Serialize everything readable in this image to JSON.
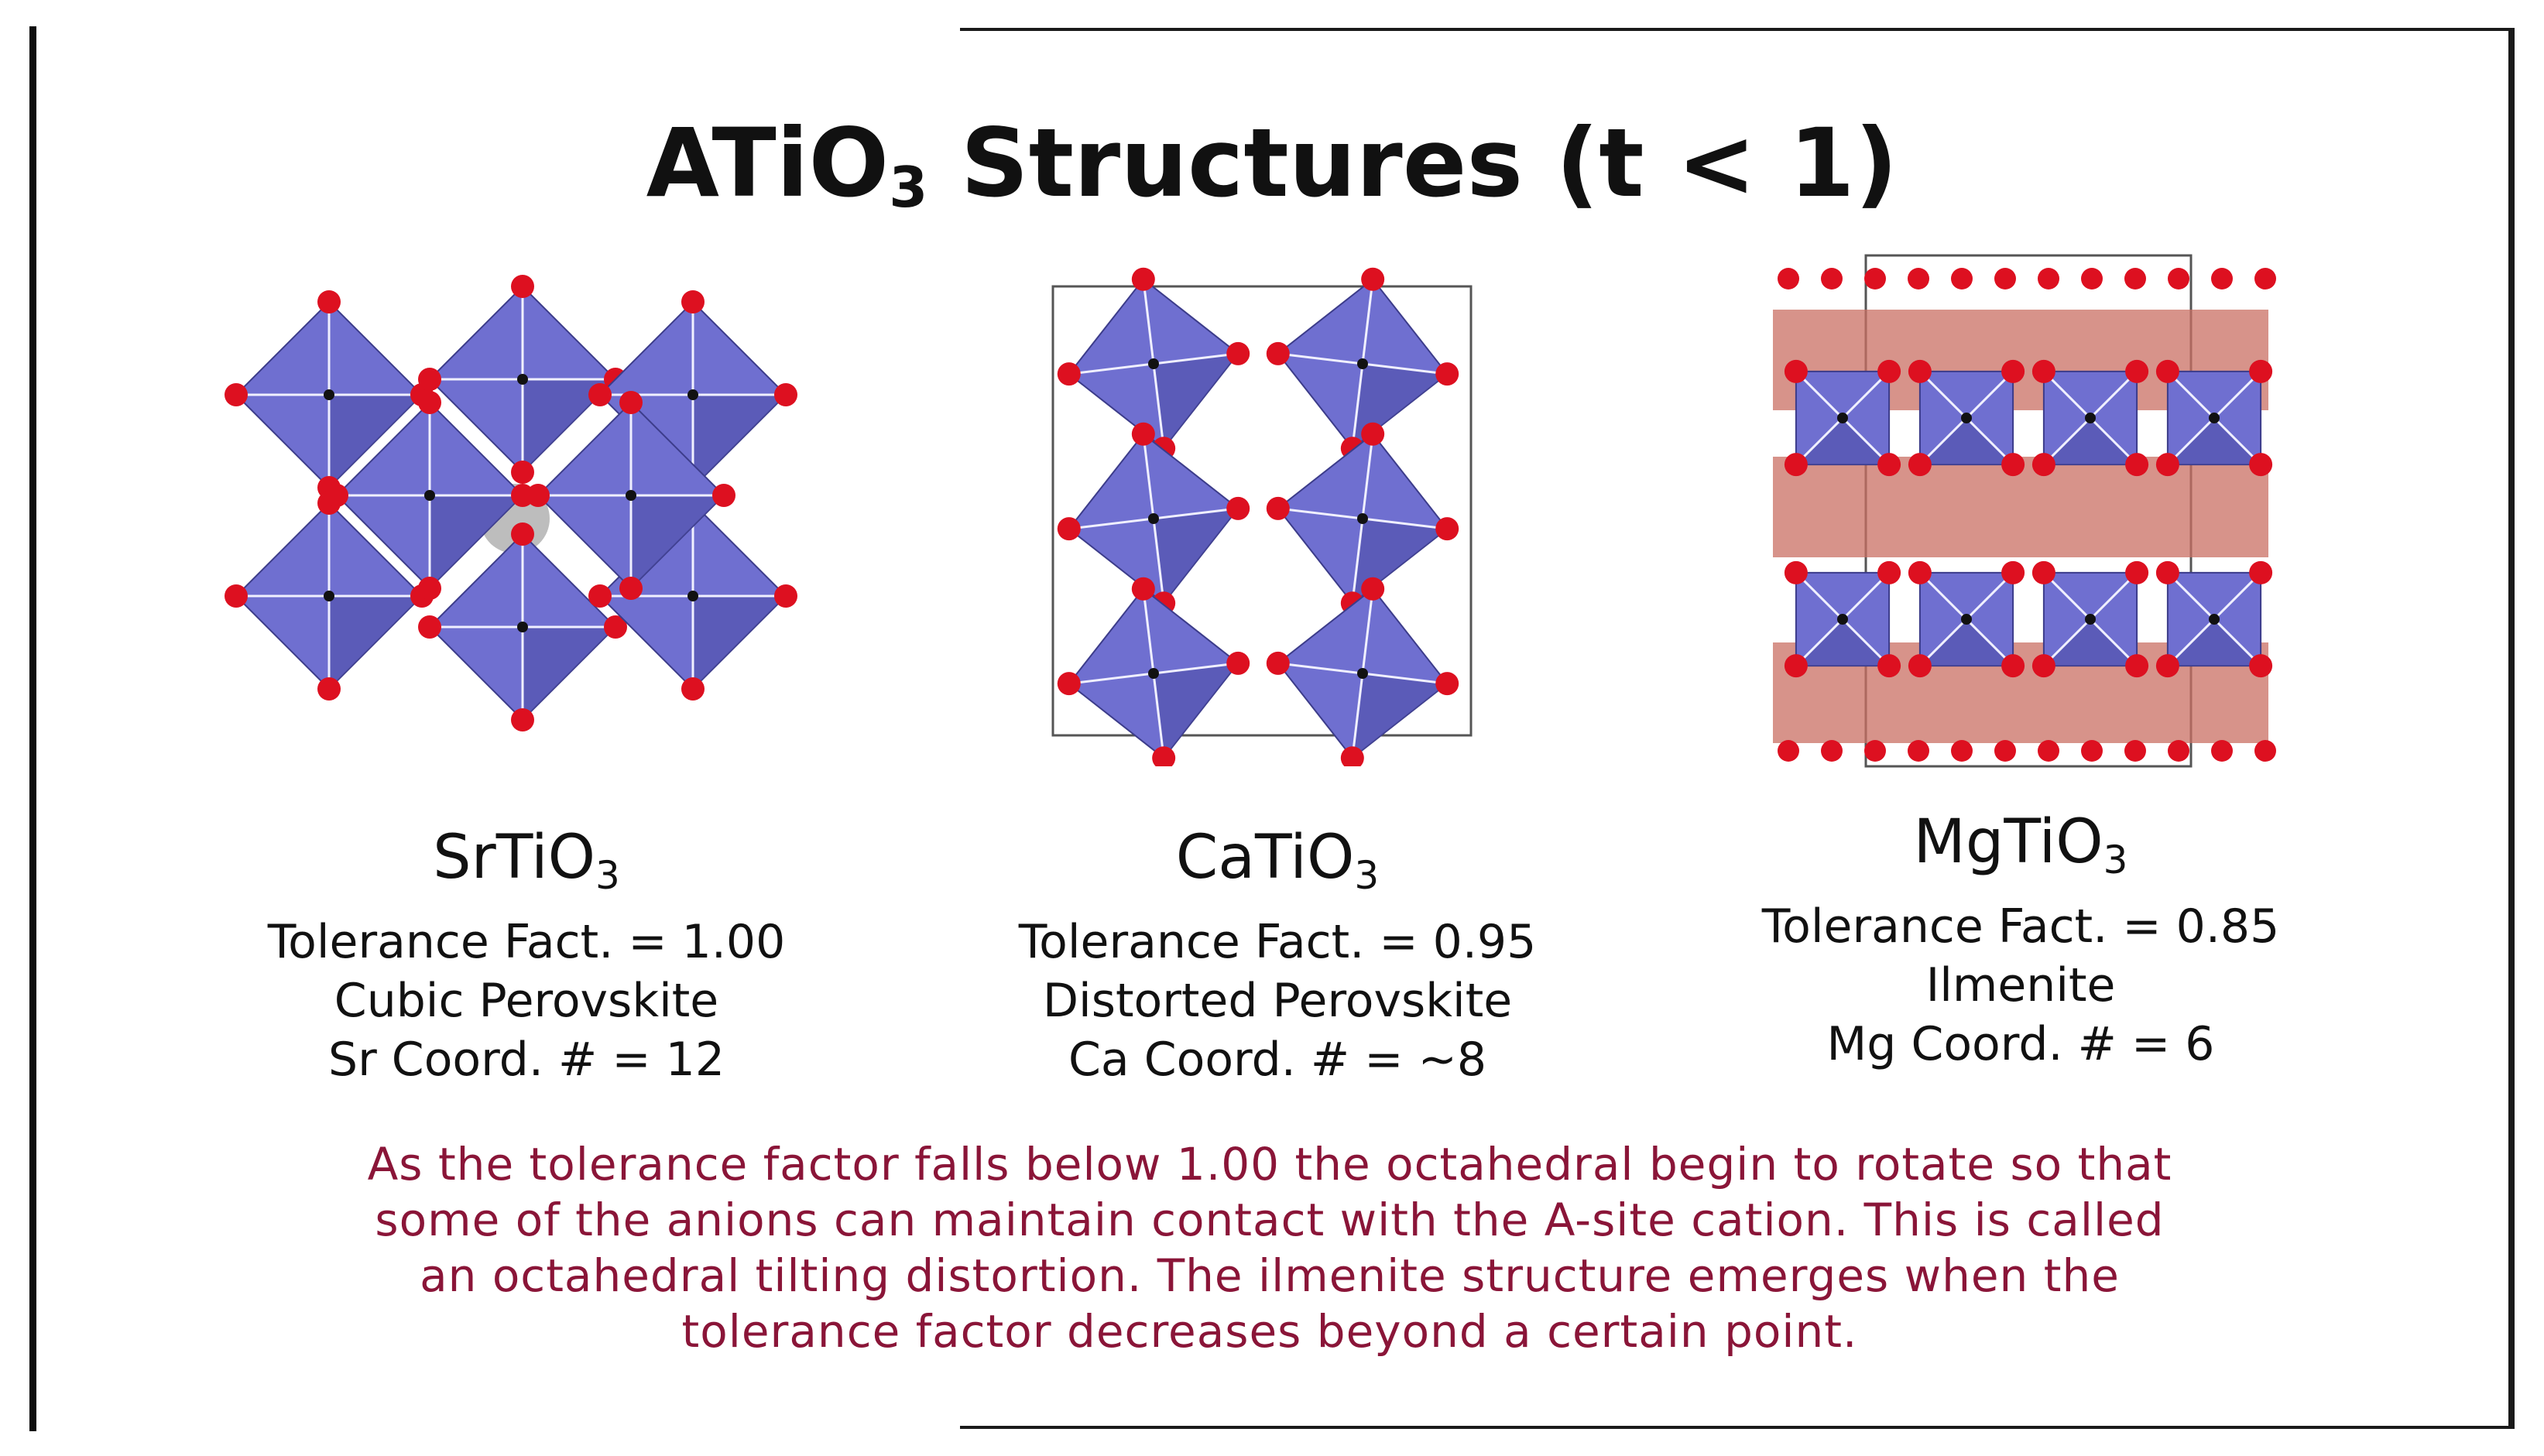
{
  "title": {
    "prefix": "ATiO",
    "subscript": "3",
    "suffix": " Structures (t < 1)"
  },
  "structures": [
    {
      "formula_base": "SrTiO",
      "formula_sub": "3",
      "tolerance": "Tolerance Fact. = 1.00",
      "type": "Cubic Perovskite",
      "coordination": "Sr Coord. # = 12"
    },
    {
      "formula_base": "CaTiO",
      "formula_sub": "3",
      "tolerance": "Tolerance Fact. = 0.95",
      "type": "Distorted Perovskite",
      "coordination": "Ca Coord. # = ~8"
    },
    {
      "formula_base": "MgTiO",
      "formula_sub": "3",
      "tolerance": "Tolerance Fact. = 0.85",
      "type": "Ilmenite",
      "coordination": "Mg Coord. # = 6"
    }
  ],
  "caption": {
    "line1": "As the tolerance factor falls below 1.00 the octahedral begin to rotate so that",
    "line2": "some of the anions can maintain contact with the A-site cation.  This is called",
    "line3": "an octahedral tilting distortion.  The ilmenite structure emerges when the",
    "line4": "tolerance factor decreases beyond a certain point."
  },
  "colors": {
    "octahedron": "#6f6fd0",
    "octahedron_dark": "#4e4ea8",
    "oxygen": "#dd1020",
    "ilmenite_mg": "#c96f63",
    "caption_text": "#8a1538"
  }
}
